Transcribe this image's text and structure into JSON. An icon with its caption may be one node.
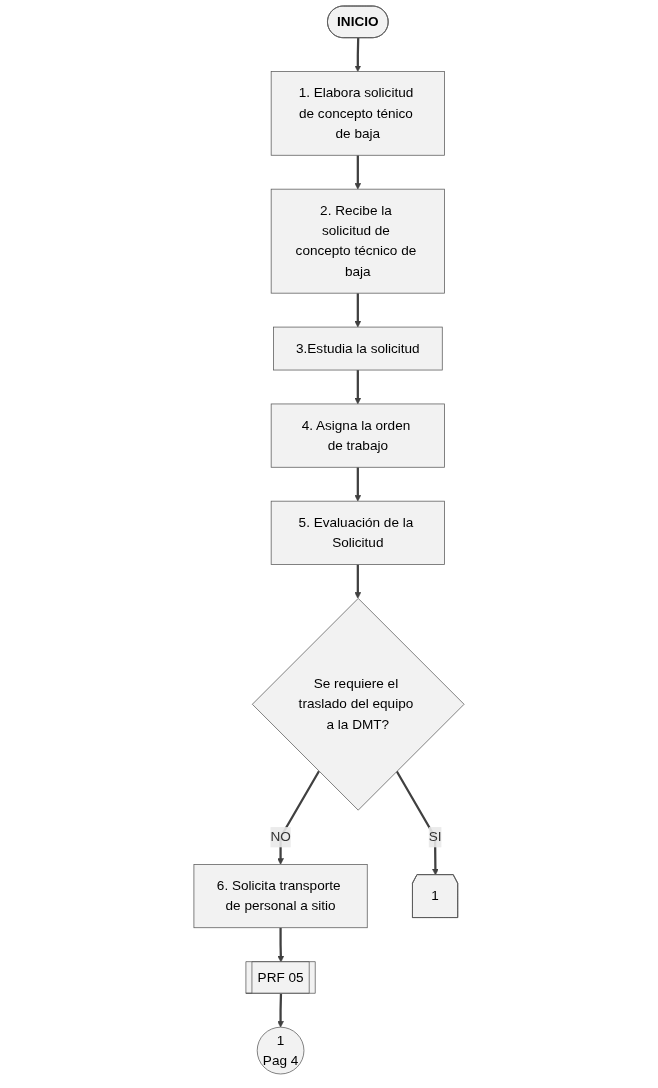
{
  "diagram": {
    "nodes": [
      {
        "text": [
          "INICIO"
        ]
      },
      {
        "text": [
          "1. Elabora solicitud de concepto ténico de baja"
        ]
      },
      {
        "text": [
          "2. Recibe la solicitud de concepto técnico de baja"
        ]
      },
      {
        "text": [
          "3.Estudia la solicitud"
        ]
      },
      {
        "text": [
          "4. Asigna la orden de trabajo"
        ]
      },
      {
        "text": [
          "5. Evaluación de la Solicitud"
        ]
      },
      {
        "text": [
          "Se requiere el traslado del equipo a la DMT?"
        ]
      },
      {
        "text": [
          "6. Solicita transporte de personal a sitio"
        ]
      },
      {
        "text": [
          "PRF 05"
        ]
      },
      {
        "text": [
          "1"
        ]
      },
      {
        "text": [
          "1",
          "Pag 4"
        ]
      }
    ],
    "edges": [
      {
        "from": 0,
        "to": 1,
        "arrow": "to"
      },
      {
        "from": 1,
        "to": 2,
        "arrow": "to"
      },
      {
        "from": 2,
        "to": 3,
        "arrow": "to"
      },
      {
        "from": 3,
        "to": 4,
        "arrow": "to"
      },
      {
        "from": 4,
        "to": 5,
        "arrow": "to"
      },
      {
        "from": 5,
        "to": 6,
        "arrow": "to"
      },
      {
        "from": 6,
        "to": 7,
        "label": "NO",
        "arrow": "to"
      },
      {
        "from": 7,
        "to": 8,
        "arrow": "to"
      },
      {
        "from": 8,
        "to": 10,
        "arrow": "to"
      },
      {
        "from": 6,
        "to": 9,
        "label": "SI",
        "arrow": "to"
      }
    ]
  }
}
